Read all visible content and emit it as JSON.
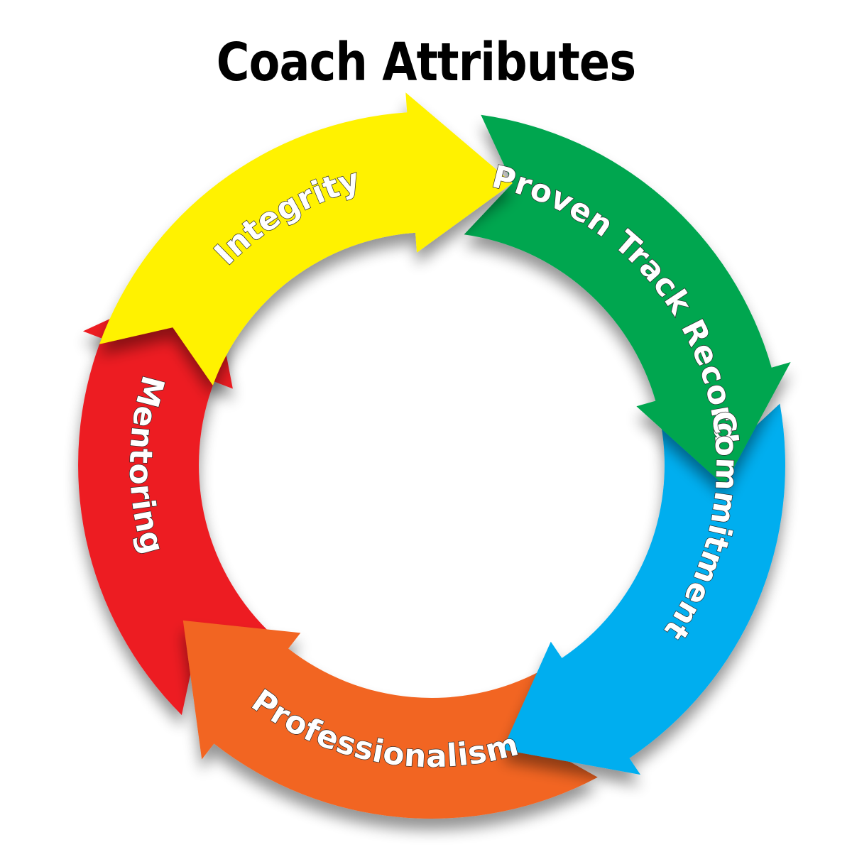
{
  "title": "Coach  Attributes",
  "segments": [
    {
      "label": "Integrity",
      "color": "#FFF200",
      "icon": "arrow-clockwise"
    },
    {
      "label": "Proven Track Record",
      "color": "#00A650",
      "icon": "arrow-clockwise"
    },
    {
      "label": "Commitment",
      "color": "#00AEEF",
      "icon": "arrow-clockwise"
    },
    {
      "label": "Professionalism",
      "color": "#F26522",
      "icon": "arrow-clockwise"
    },
    {
      "label": "Mentoring",
      "color": "#ED1C24",
      "icon": "arrow-clockwise"
    }
  ]
}
